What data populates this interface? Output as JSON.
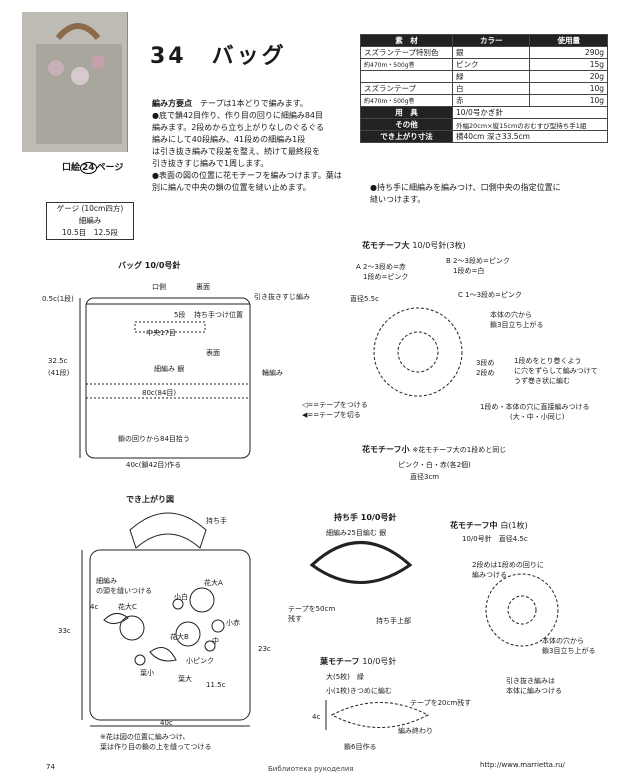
{
  "header": {
    "number": "34",
    "name": "バッグ",
    "ref_pre": "口絵",
    "ref_num": "24",
    "ref_post": "ページ"
  },
  "gauge": {
    "title": "ゲージ (10cm四方)",
    "label": "細編み",
    "value": "10.5目　12.5段"
  },
  "method": {
    "label": "編み方要点",
    "lines": [
      "テープは1本どりで編みます。",
      "●底で鎖42目作り、作り目の回りに細編み84目",
      "編みます。2段めから立ち上がりなしのぐるぐる",
      "編みにして40段編み、41段めの細編み1段",
      "は引き抜き編みで段差を整え、続けて最終段を",
      "引き抜きすじ編みで1周します。",
      "●表面の図の位置に花モチーフを編みつけます。葉は",
      "別に編んで中央の鎖の位置を縫い止めます。"
    ],
    "note": "●持ち手に細編みを編みつけ、口側中央の指定位置に",
    "note2": "縫いつけます。"
  },
  "materials": {
    "head": [
      "素　材",
      "カラー",
      "使用量"
    ],
    "rows": [
      [
        "スズランテープ特別色",
        "銀",
        "290g"
      ],
      [
        "約470m・500g巻",
        "ピンク",
        "15g"
      ],
      [
        "",
        "緑",
        "20g"
      ],
      [
        "スズランテープ",
        "白",
        "10g"
      ],
      [
        "約470m・500g巻",
        "赤",
        "10g"
      ]
    ],
    "tool_label": "用　具",
    "tool": "10/0号かぎ針",
    "other_label": "その他",
    "other": "外幅20cm×縦15cmのおむすび型持ち手1組",
    "size_label": "でき上がり寸法",
    "size": "横40cm 深さ33.5cm"
  },
  "bag": {
    "title": "バッグ 10/0号針",
    "mouth": "口側",
    "back": "裏面",
    "slip": "引き抜きすじ編み",
    "c05": "0.5c(1段)",
    "handle_pos": "持ち手つけ位置",
    "rows5": "5段",
    "center": "中央17目",
    "front": "表面",
    "c325": "32.5c",
    "rows41": "(41段)",
    "sc": "細編み 銀",
    "spiral": "輪編み",
    "c80": "80c(84目)",
    "pick": "鎖の回りから84目拾う",
    "chain": "40c(鎖42目)作る"
  },
  "finish": {
    "title": "でき上がり図",
    "handle": "持ち手",
    "sew": "細編み",
    "sew2": "の頭を縫いつける",
    "flowerA": "花大A",
    "flowerC": "花大C",
    "flowerB": "花大B",
    "small_white": "小白",
    "small_red": "小赤",
    "small_pink": "小ピンク",
    "mid": "中",
    "leaf_s": "葉小",
    "leaf_l": "葉大",
    "c4": "4c",
    "c33": "33c",
    "c23": "23c",
    "c115": "11.5c",
    "c40": "40c",
    "c4c": "4c",
    "note1": "※花は図の位置に編みつけ、",
    "note2": "葉は作り目の鎖の上を縫ってつける"
  },
  "big": {
    "title": "花モチーフ大",
    "needle": "10/0号針(3枚)",
    "A": "A",
    "A1": "2〜3段め=赤",
    "A2": "1段め=ピンク",
    "B": "B",
    "B1": "2〜3段め=ピンク",
    "B2": "1段め=白",
    "C": "C",
    "C1": "1〜3段め=ピンク",
    "dia": "直径5.5c",
    "body": "本体の穴から",
    "body2": "鎖3目立ち上がる",
    "r3": "3段め",
    "r2": "2段め",
    "explain1": "1段めをとり巻くよう",
    "explain2": "に穴をずらして編みつけて",
    "explain3": "うず巻き状に編む",
    "r1": "1段め・本体の穴に直接編みつける",
    "r1b": "(大・中・小同じ)",
    "leg1": "=テープをつける",
    "leg2": "=テープを切る"
  },
  "small": {
    "title": "花モチーフ小",
    "note": "※花モチーフ大の1段めと同じ",
    "colors": "ピンク・白・赤(各2個)",
    "dia": "直径3cm"
  },
  "handleD": {
    "title": "持ち手 10/0号針",
    "label": "細編み25目編む",
    "silver": "銀",
    "tape": "テープを50cm",
    "tape2": "残す",
    "top": "持ち手上部"
  },
  "mid": {
    "title": "花モチーフ中",
    "color": "白(1枚)",
    "needle": "10/0号針",
    "dia": "直径4.5c",
    "l1": "2段めは1段めの回りに",
    "l2": "編みつける",
    "body": "本体の穴から",
    "body2": "鎖3目立ち上がる",
    "pick": "引き抜き編みは",
    "pick2": "本体に編みつける"
  },
  "leaf": {
    "title": "葉モチーフ",
    "needle": "10/0号針",
    "big": "大(5枚)",
    "green": "緑",
    "small": "小(1枚)きつめに編む",
    "tape": "テープを20cm残す",
    "c4": "4c",
    "end": "編み終わり",
    "chain": "鎖6目作る"
  },
  "footer": {
    "page": "74",
    "center": "Библиотека рукоделия",
    "url": "http://www.marrietta.ru/"
  }
}
